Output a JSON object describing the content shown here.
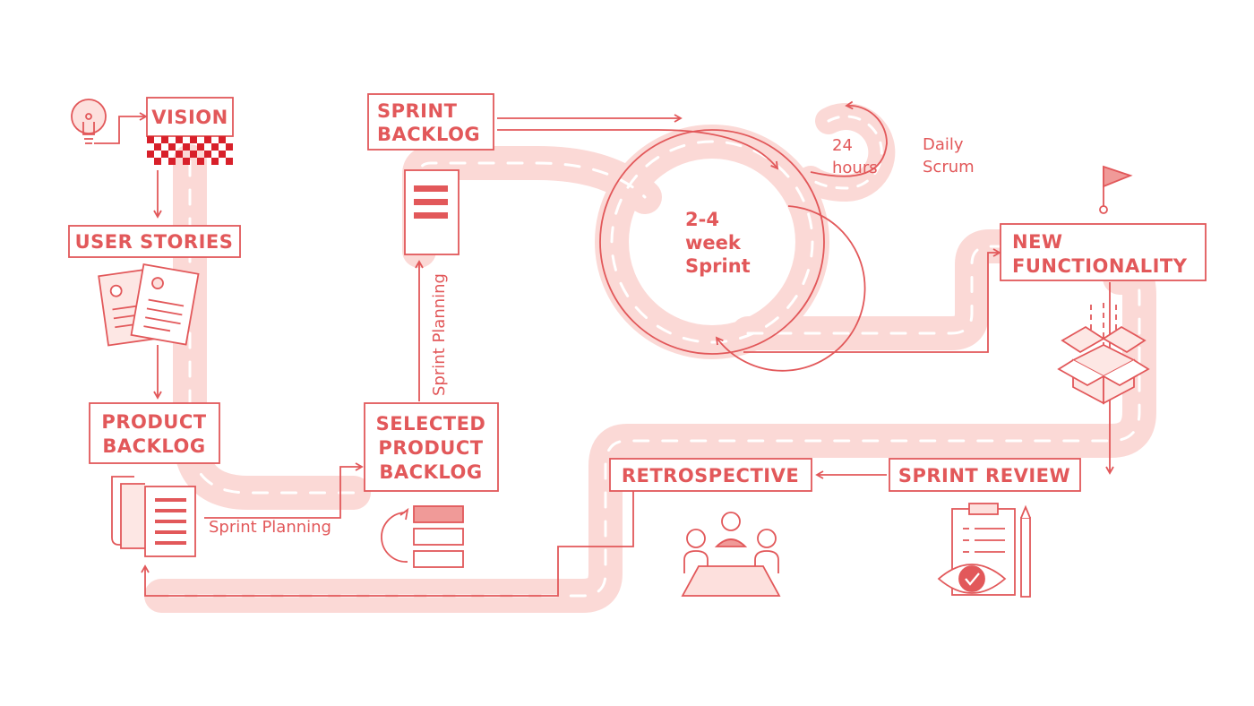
{
  "diagram": {
    "colors": {
      "accent": "#e2585a",
      "road": "#fbd9d6",
      "road_dash": "#ffffff"
    },
    "nodes": {
      "vision": "VISION",
      "user_stories": "USER STORIES",
      "product_backlog": [
        "PRODUCT",
        "BACKLOG"
      ],
      "selected_product_backlog": [
        "SELECTED",
        "PRODUCT",
        "BACKLOG"
      ],
      "sprint_backlog": [
        "SPRINT",
        "BACKLOG"
      ],
      "new_functionality": [
        "NEW",
        "FUNCTIONALITY"
      ],
      "sprint_review": "SPRINT REVIEW",
      "retrospective": "RETROSPECTIVE"
    },
    "labels": {
      "sprint_planning_horizontal": "Sprint Planning",
      "sprint_planning_vertical": "Sprint Planning",
      "sprint_cycle": [
        "2-4",
        "week",
        "Sprint"
      ],
      "daily_cycle": [
        "24",
        "hours"
      ],
      "daily_scrum": [
        "Daily",
        "Scrum"
      ]
    },
    "icons": [
      "lightbulb-icon",
      "checkered-flag-icon",
      "documents-icon",
      "backlog-list-icon",
      "document-icon",
      "stack-icon",
      "goal-flag-icon",
      "box-icon",
      "meeting-icon",
      "review-icon"
    ]
  }
}
